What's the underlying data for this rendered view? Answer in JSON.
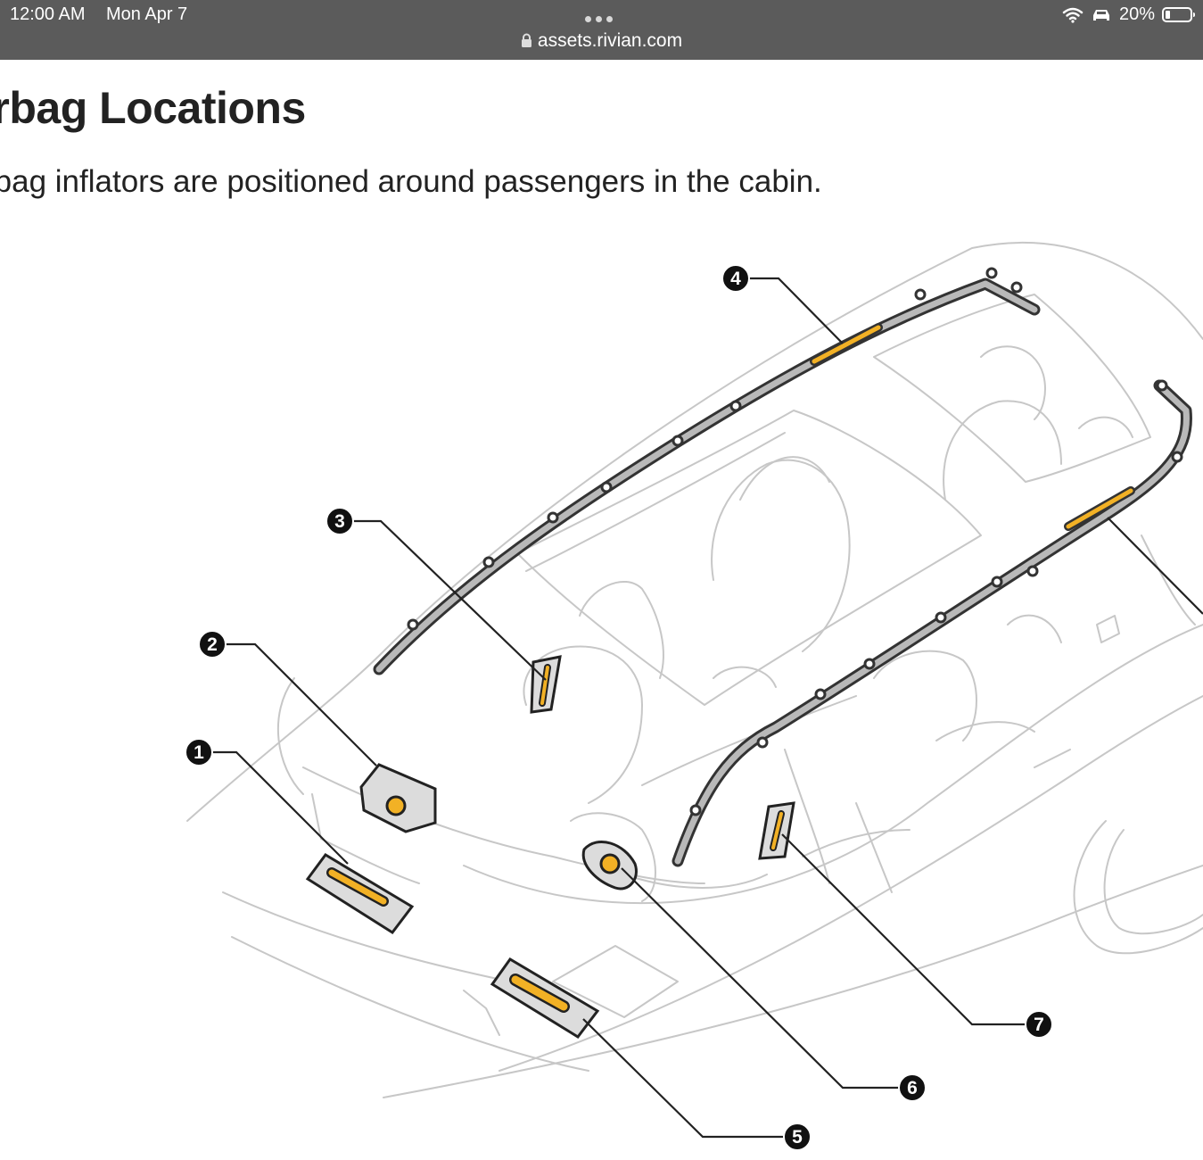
{
  "status_bar": {
    "time": "12:00 AM",
    "date": "Mon Apr 7",
    "url": "assets.rivian.com",
    "battery": "20%"
  },
  "page": {
    "title": "irbag Locations",
    "subtitle": "rbag inflators are positioned around passengers in the cabin."
  },
  "callouts": [
    "1",
    "2",
    "3",
    "4",
    "5",
    "6",
    "7"
  ],
  "colors": {
    "status_bar_bg": "#5b5b5b",
    "inflator": "#f2b125",
    "curtain_rail": "#b9b9b9",
    "vehicle_lines": "#c7c7c7"
  },
  "icons": [
    "lock-icon",
    "wifi-icon",
    "car-icon",
    "battery-icon",
    "more-dots-icon"
  ]
}
